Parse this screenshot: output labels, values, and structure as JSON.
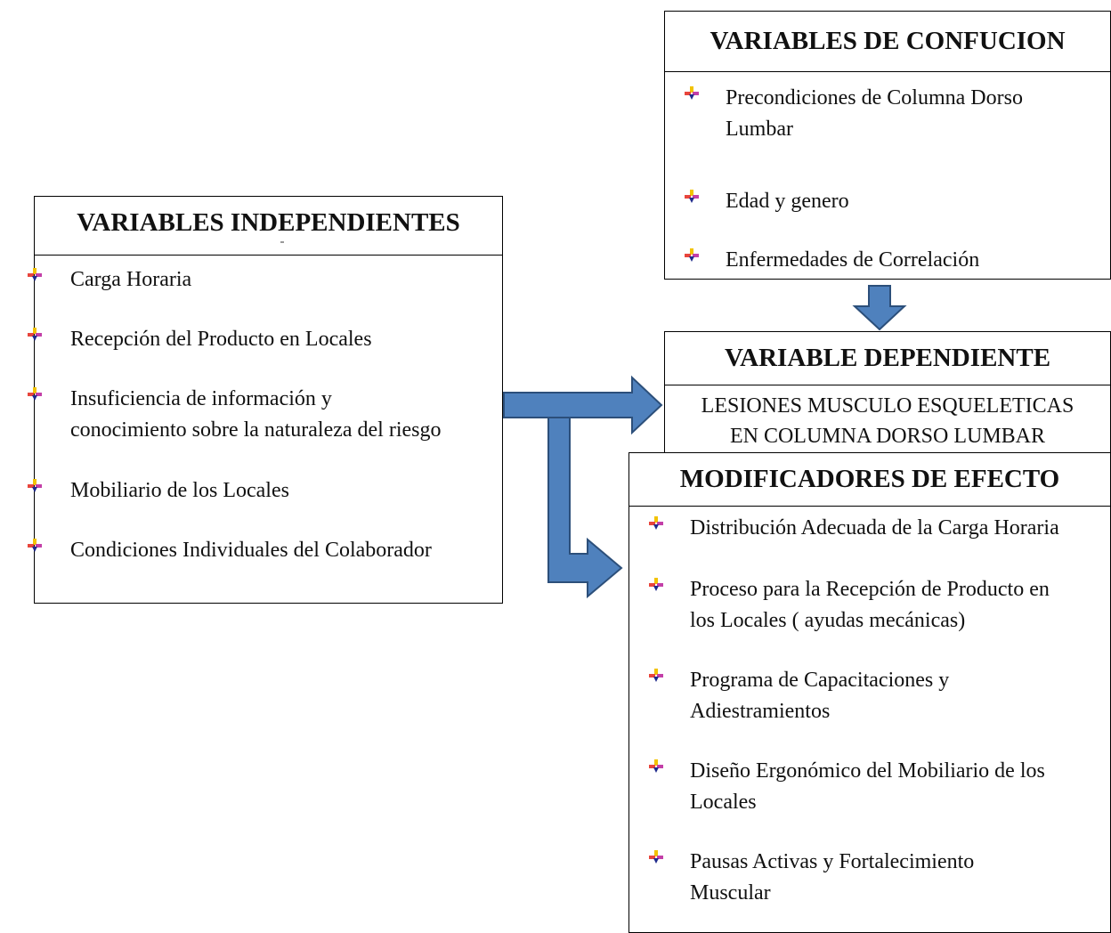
{
  "colors": {
    "arrow_fill": "#4f81bd",
    "arrow_stroke": "#2c4f7a",
    "border": "#000000"
  },
  "bullet_icon": "arrow-bullet-icon",
  "independientes": {
    "title": "VARIABLES INDEPENDIENTES",
    "items": [
      {
        "lines": [
          "Carga Horaria"
        ]
      },
      {
        "lines": [
          "Recepción del Producto en Locales"
        ]
      },
      {
        "lines": [
          "Insuficiencia de información  y",
          "conocimiento sobre la naturaleza del riesgo"
        ]
      },
      {
        "lines": [
          "Mobiliario de los Locales"
        ]
      },
      {
        "lines": [
          "Condiciones Individuales del Colaborador"
        ]
      }
    ]
  },
  "confucion": {
    "title": "VARIABLES DE CONFUCION",
    "items": [
      {
        "lines": [
          "Precondiciones de Columna Dorso",
          "Lumbar"
        ]
      },
      {
        "lines": [
          "Edad y genero"
        ]
      },
      {
        "lines": [
          "Enfermedades de Correlación"
        ]
      }
    ]
  },
  "dependiente": {
    "title": "VARIABLE DEPENDIENTE",
    "lines": [
      "LESIONES MUSCULO ESQUELETICAS",
      "EN COLUMNA DORSO LUMBAR"
    ]
  },
  "modificadores": {
    "title": "MODIFICADORES DE EFECTO",
    "items": [
      {
        "lines": [
          "Distribución Adecuada de la Carga Horaria"
        ]
      },
      {
        "lines": [
          "Proceso para la Recepción de Producto en",
          "los Locales ( ayudas mecánicas)"
        ]
      },
      {
        "lines": [
          "Programa de Capacitaciones y",
          "Adiestramientos"
        ]
      },
      {
        "lines": [
          "Diseño Ergonómico del Mobiliario de los",
          "Locales"
        ]
      },
      {
        "lines": [
          "Pausas Activas y Fortalecimiento",
          "Muscular"
        ]
      }
    ]
  }
}
